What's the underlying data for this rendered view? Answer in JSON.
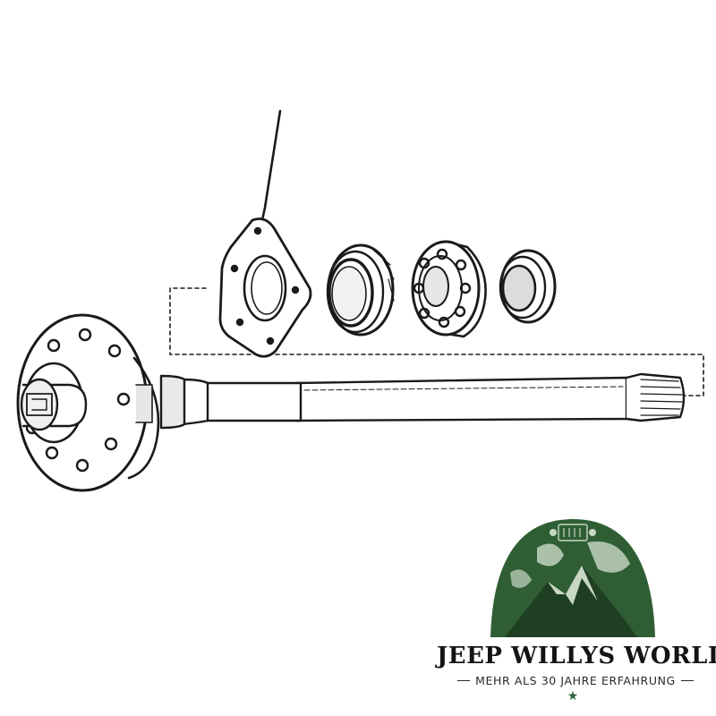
{
  "logo": {
    "name": "JEEP WILLYS WORLD",
    "tagline": "MEHR ALS 30 JAHRE ERFAHRUNG",
    "star": "★",
    "colors": {
      "green": "#2f5e34",
      "dark": "#1f3f23",
      "light": "#c9d8c5",
      "text": "#141414"
    }
  },
  "diagram": {
    "parts": [
      "axle-shaft",
      "retainer-plate",
      "grease-seal",
      "bearing",
      "oil-seal"
    ],
    "ink_color": "#1a1a1a"
  }
}
